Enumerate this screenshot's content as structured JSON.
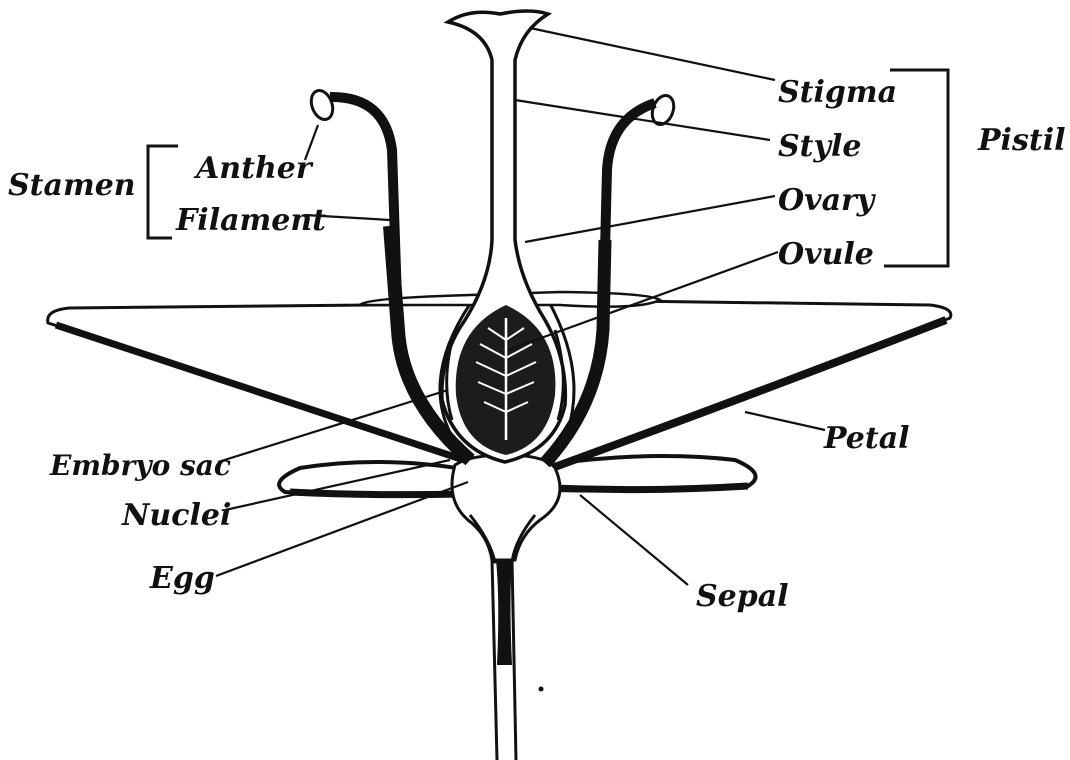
{
  "labels": {
    "stigma": "Stigma",
    "style": "Style",
    "ovary": "Ovary",
    "ovule": "Ovule",
    "pistil": "Pistil",
    "anther": "Anther",
    "filament": "Filament",
    "stamen": "Stamen",
    "petal": "Petal",
    "embryo_sac": "Embryo sac",
    "nuclei": "Nuclei",
    "egg": "Egg",
    "sepal": "Sepal"
  },
  "colors": {
    "ink": "#111111",
    "paper": "#ffffff",
    "ovule_fill": "#1c1c1c"
  }
}
